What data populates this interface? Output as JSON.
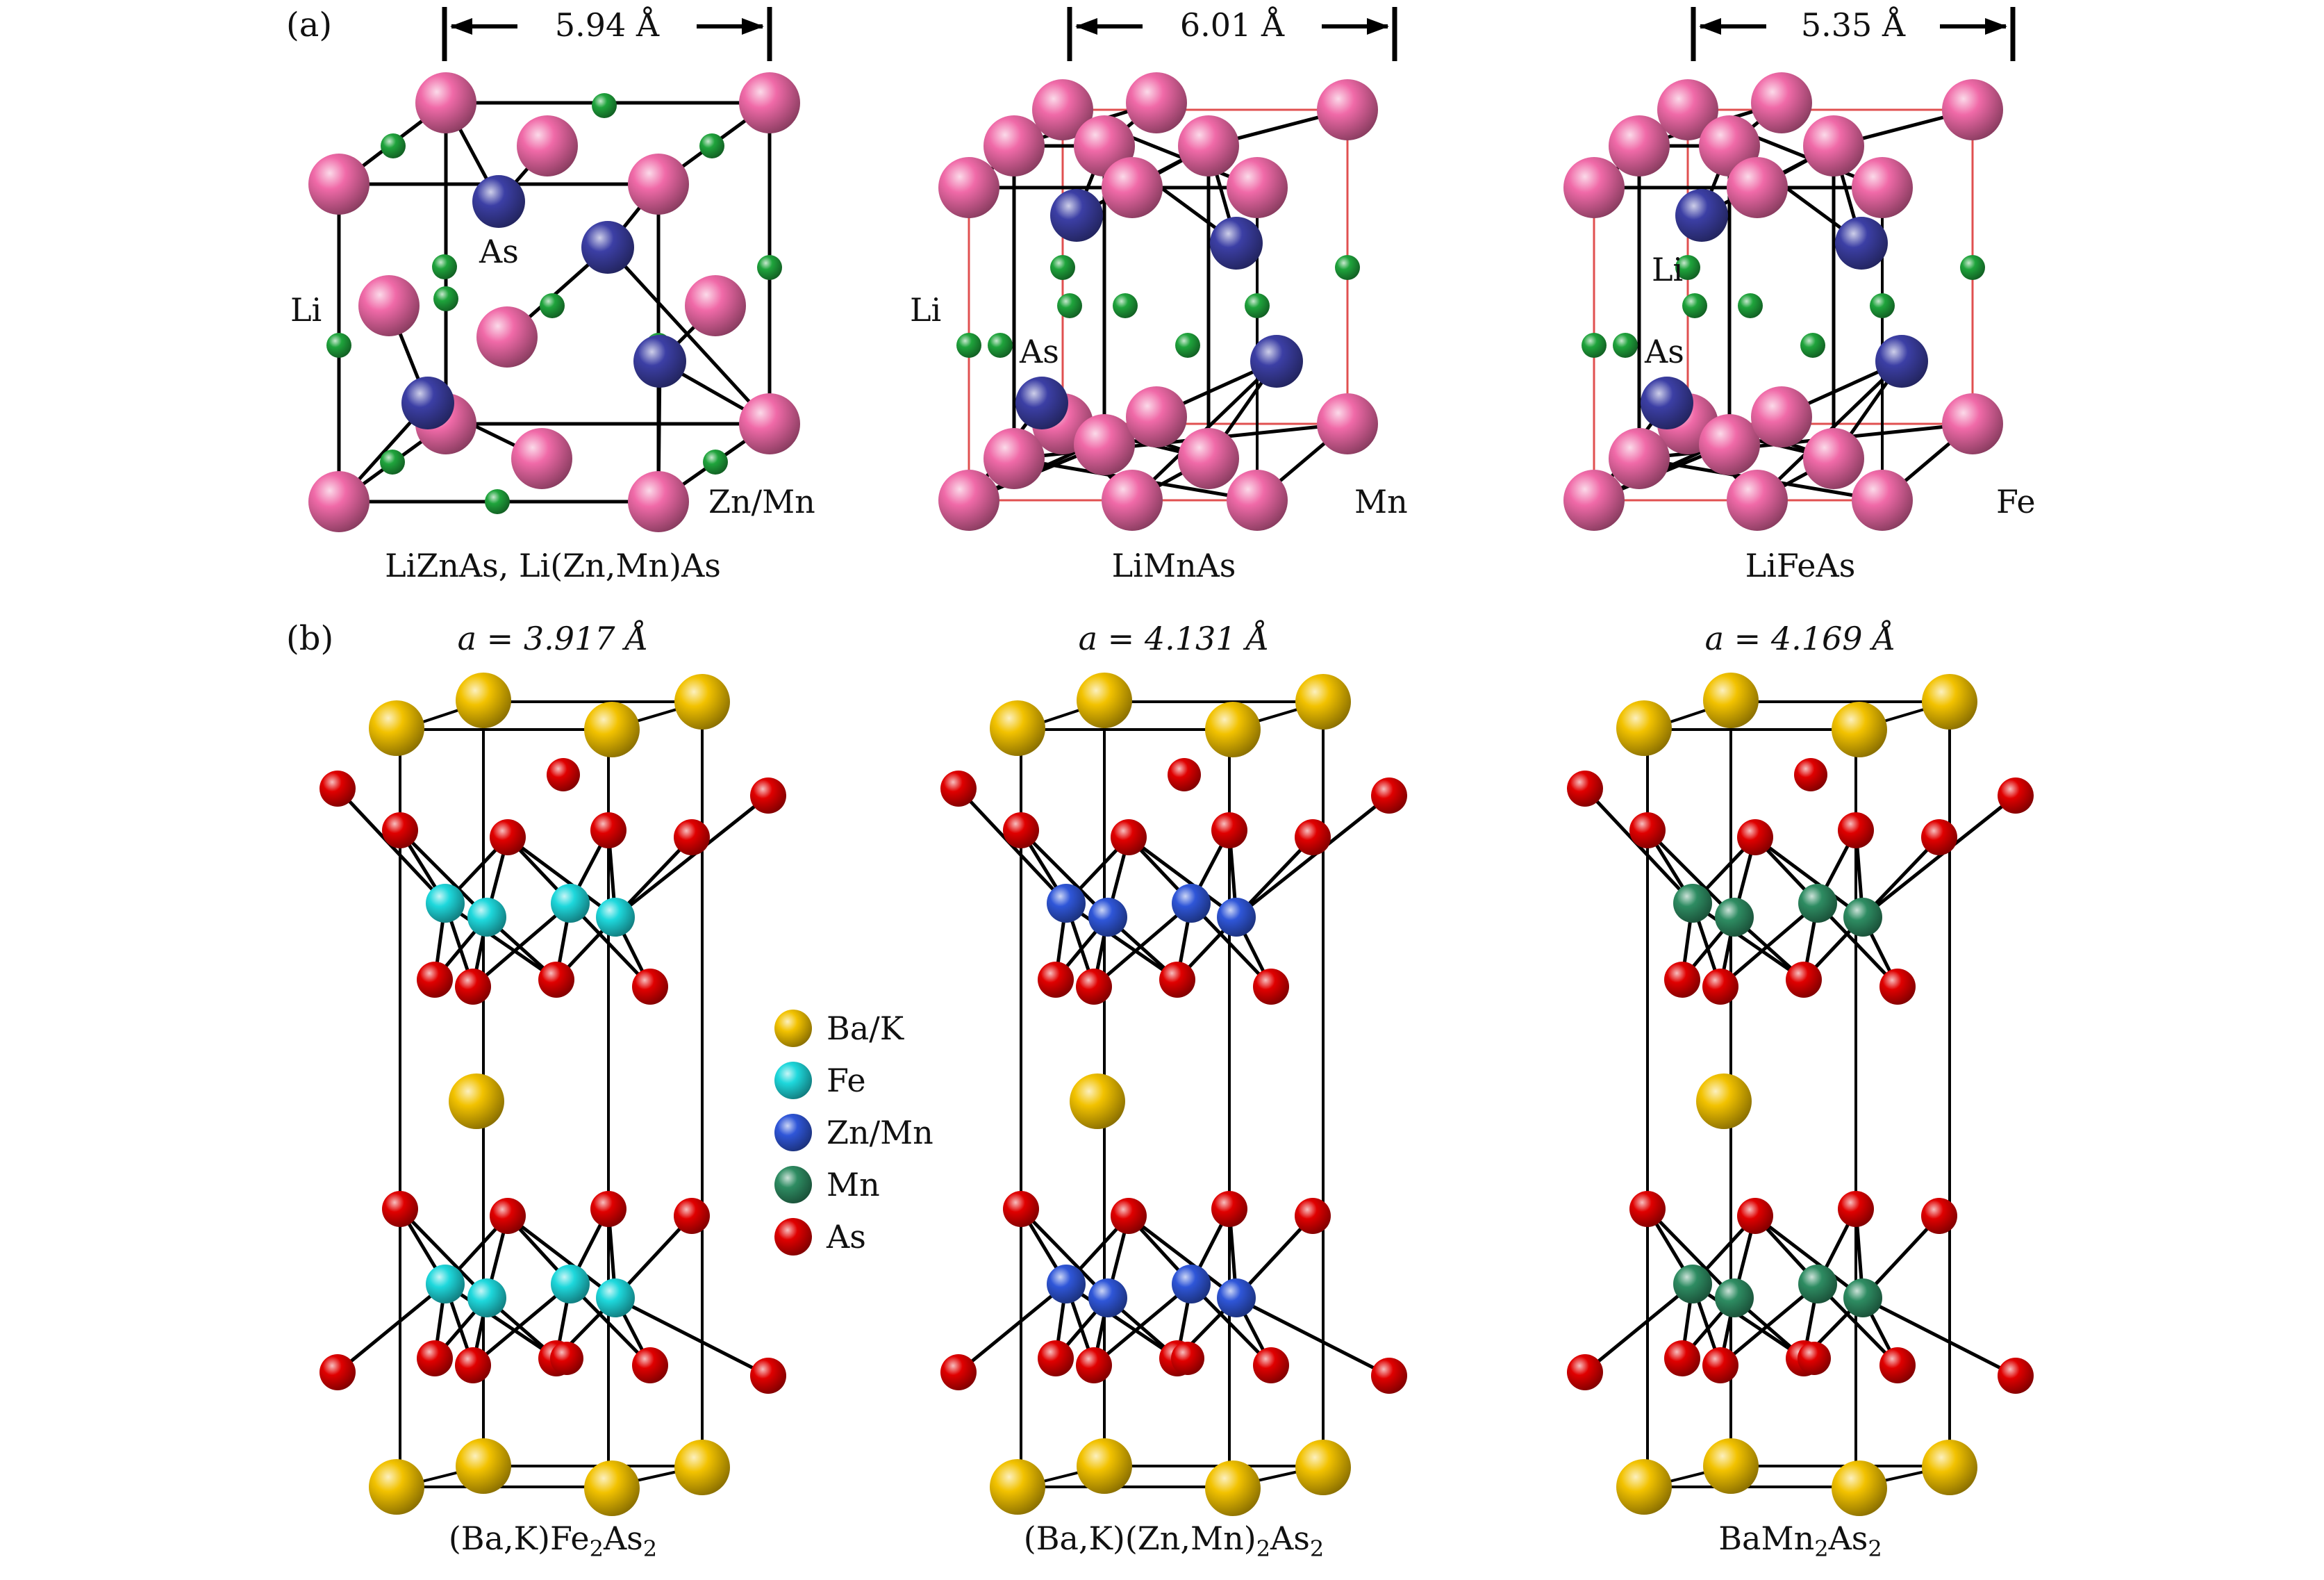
{
  "figure": {
    "panel_a_label": "(a)",
    "panel_b_label": "(b)",
    "colors": {
      "pink": "#f06aa8",
      "as_dark_blue": "#3c3fa5",
      "li_green": "#1fa43c",
      "ba_yellow": "#f2c200",
      "as_red": "#e00000",
      "fe_cyan": "#1ed8dc",
      "znmn_blue": "#2f56d8",
      "mn_green": "#2e8c62",
      "unit_cell_red": "#e05050"
    },
    "panel_a": [
      {
        "dimension": "5.94 Å",
        "caption": "LiZnAs, Li(Zn,Mn)As",
        "labels": {
          "as": "As",
          "li": "Li",
          "metal": "Zn/Mn"
        }
      },
      {
        "dimension": "6.01 Å",
        "caption": "LiMnAs",
        "labels": {
          "li": "Li",
          "as": "As",
          "metal": "Mn"
        }
      },
      {
        "dimension": "5.35 Å",
        "caption": "LiFeAs",
        "labels": {
          "li": "Li",
          "as": "As",
          "metal": "Fe"
        }
      }
    ],
    "panel_b": [
      {
        "lattice_param": "a = 3.917 Å",
        "caption_parts": [
          "(Ba,K)Fe",
          "2",
          "As",
          "2"
        ],
        "metal_color_key": "fe_cyan"
      },
      {
        "lattice_param": "a = 4.131 Å",
        "caption_parts": [
          "(Ba,K)(Zn,Mn)",
          "2",
          "As",
          "2"
        ],
        "metal_color_key": "znmn_blue"
      },
      {
        "lattice_param": "a = 4.169 Å",
        "caption_parts": [
          "BaMn",
          "2",
          "As",
          "2"
        ],
        "metal_color_key": "mn_green"
      }
    ],
    "legend": [
      {
        "label": "Ba/K",
        "color_key": "ba_yellow"
      },
      {
        "label": "Fe",
        "color_key": "fe_cyan"
      },
      {
        "label": "Zn/Mn",
        "color_key": "znmn_blue"
      },
      {
        "label": "Mn",
        "color_key": "mn_green"
      },
      {
        "label": "As",
        "color_key": "as_red"
      }
    ]
  }
}
